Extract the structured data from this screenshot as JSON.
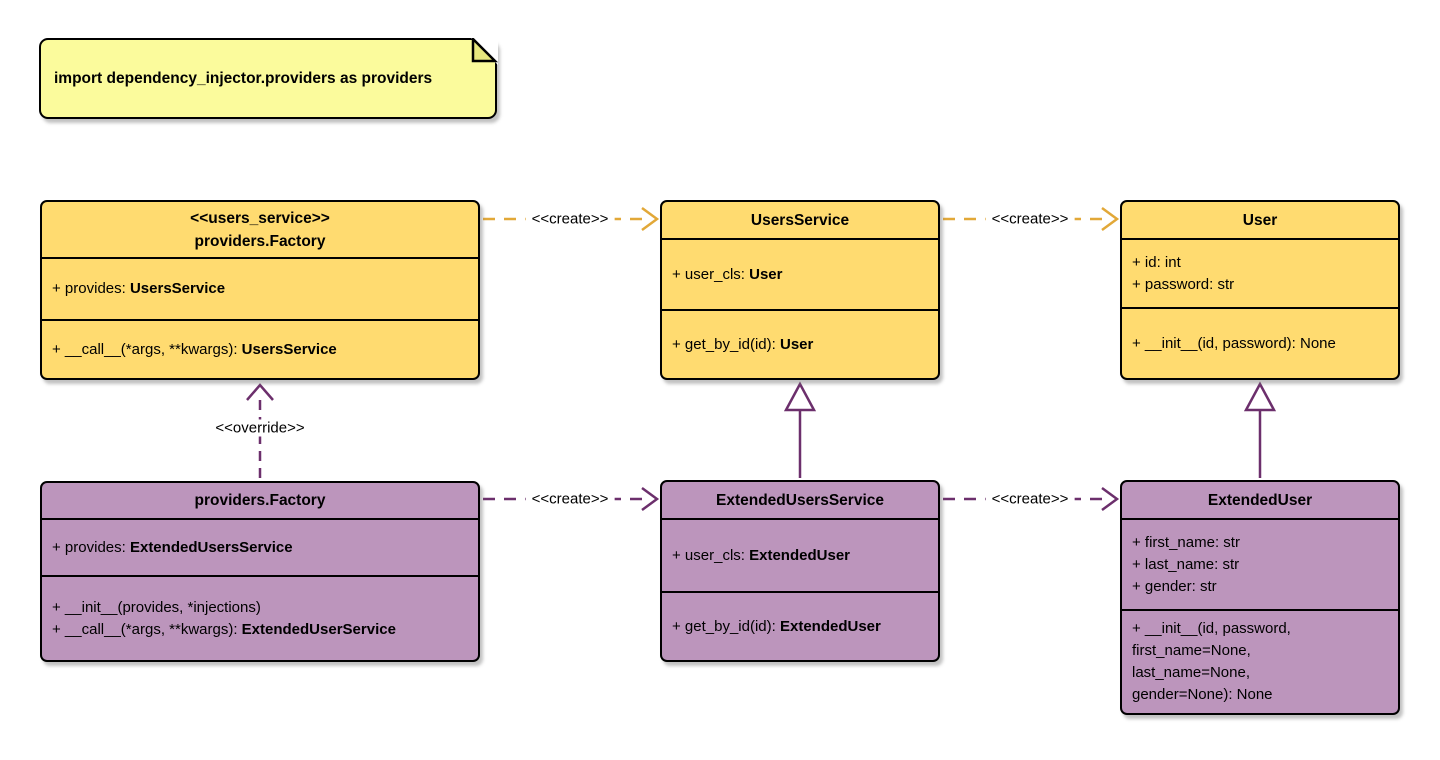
{
  "note": {
    "text": "import dependency_injector.providers as providers"
  },
  "colors": {
    "background": "#FFFFFF",
    "note_fill": "#FBFB9C",
    "note_fold": "#E6E67E",
    "class_fill_yellow": "#FFDB70",
    "class_fill_purple": "#BC95BC",
    "edge_yellow": "#E2A838",
    "edge_purple": "#6C2F6C",
    "border": "#000000"
  },
  "classes": [
    {
      "id": "factory-users-service",
      "stereotype": "<<users_service>>",
      "name": "providers.Factory",
      "attributes": [
        {
          "pre": "+ provides: ",
          "type": "UsersService"
        }
      ],
      "methods": [
        {
          "pre": "+ __call__(*args, **kwargs): ",
          "type": "UsersService"
        }
      ]
    },
    {
      "id": "users-service",
      "name": "UsersService",
      "attributes": [
        {
          "pre": "+ user_cls: ",
          "type": "User"
        }
      ],
      "methods": [
        {
          "pre": "+ get_by_id(id): ",
          "type": "User"
        }
      ]
    },
    {
      "id": "user",
      "name": "User",
      "attributes": [
        {
          "pre": "+ id: int"
        },
        {
          "pre": "+ password: str"
        }
      ],
      "methods": [
        {
          "pre": "+ __init__(id, password): None"
        }
      ]
    },
    {
      "id": "factory-extended",
      "name": "providers.Factory",
      "attributes": [
        {
          "pre": "+ provides: ",
          "type": "ExtendedUsersService"
        }
      ],
      "methods": [
        {
          "pre": "+ __init__(provides, *injections)"
        },
        {
          "pre": "+ __call__(*args, **kwargs): ",
          "type": "ExtendedUserService"
        }
      ]
    },
    {
      "id": "extended-users-service",
      "name": "ExtendedUsersService",
      "attributes": [
        {
          "pre": "+ user_cls: ",
          "type": "ExtendedUser"
        }
      ],
      "methods": [
        {
          "pre": "+ get_by_id(id): ",
          "type": "ExtendedUser"
        }
      ]
    },
    {
      "id": "extended-user",
      "name": "ExtendedUser",
      "attributes": [
        {
          "pre": "+ first_name: str"
        },
        {
          "pre": "+ last_name: str"
        },
        {
          "pre": "+ gender: str"
        }
      ],
      "methods": [
        {
          "pre": "+ __init__(id, password,"
        },
        {
          "pre": "first_name=None,"
        },
        {
          "pre": "last_name=None,"
        },
        {
          "pre": "gender=None): None"
        }
      ]
    }
  ],
  "edges": [
    {
      "id": "create-users-service",
      "type": "create",
      "label": "<<create>>",
      "from": "providers.Factory <<users_service>>",
      "to": "UsersService"
    },
    {
      "id": "create-user",
      "type": "create",
      "label": "<<create>>",
      "from": "UsersService",
      "to": "User"
    },
    {
      "id": "create-extended-users-service",
      "type": "create",
      "label": "<<create>>",
      "from": "providers.Factory",
      "to": "ExtendedUsersService"
    },
    {
      "id": "create-extended-user",
      "type": "create",
      "label": "<<create>>",
      "from": "ExtendedUsersService",
      "to": "ExtendedUser"
    },
    {
      "id": "override",
      "type": "override",
      "label": "<<override>>",
      "from": "providers.Factory",
      "to": "providers.Factory <<users_service>>"
    },
    {
      "id": "inherit-users-service",
      "type": "inheritance",
      "from": "ExtendedUsersService",
      "to": "UsersService"
    },
    {
      "id": "inherit-user",
      "type": "inheritance",
      "from": "ExtendedUser",
      "to": "User"
    }
  ]
}
